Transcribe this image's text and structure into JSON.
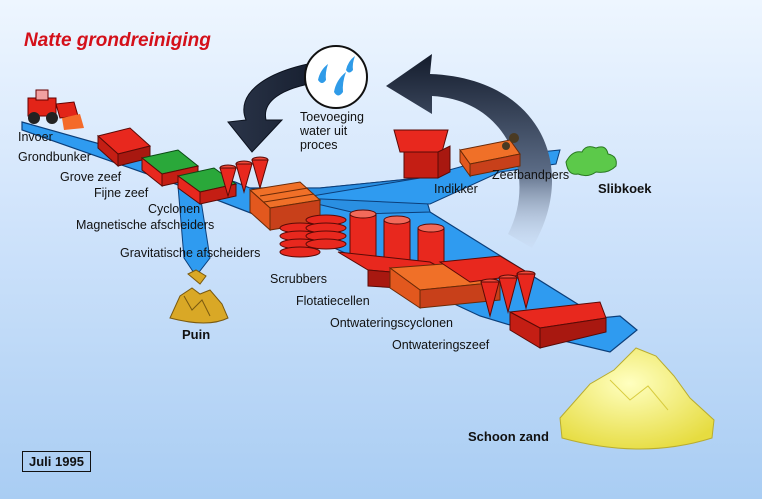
{
  "title": "Natte grondreiniging",
  "date": "Juli 1995",
  "labels": {
    "invoer": "Invoer",
    "grondbunker": "Grondbunker",
    "grove_zeef": "Grove zeef",
    "fijne_zeef": "Fijne zeef",
    "cyclonen": "Cyclonen",
    "magnetische": "Magnetische afscheiders",
    "gravitatische": "Gravitatische afscheiders",
    "scrubbers": "Scrubbers",
    "flotatie": "Flotatiecellen",
    "ontw_cyclonen": "Ontwateringscyclonen",
    "ontw_zeef": "Ontwateringszeef",
    "indikker": "Indikker",
    "zeefbandpers": "Zeefbandpers",
    "slibkoek": "Slibkoek",
    "puin": "Puin",
    "schoon_zand": "Schoon zand",
    "water_line1": "Toevoeging",
    "water_line2": "water uit",
    "water_line3": "proces"
  },
  "colors": {
    "title": "#d4101a",
    "conveyor": "#2f9bf0",
    "machine_red": "#e8281e",
    "machine_orange": "#f07028",
    "sand": "#f4f07a",
    "sludge": "#5cc94a",
    "debris": "#d9a826"
  }
}
